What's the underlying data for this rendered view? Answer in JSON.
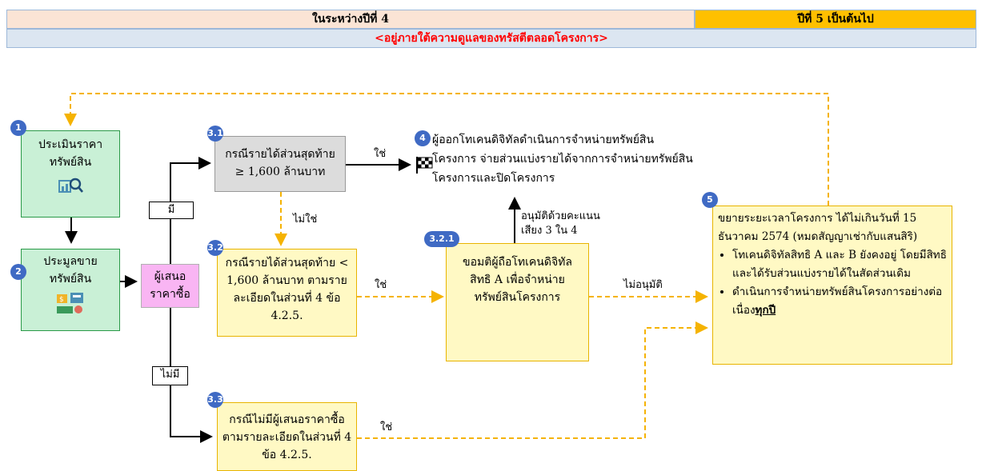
{
  "header": {
    "during_year4": "ในระหว่างปีที่ 4",
    "year5_onwards": "ปีที่ 5 เป็นต้นไป",
    "trustee_note": "<อยู่ภายใต้ความดูแลของทรัสตีตลอดโครงการ>"
  },
  "nodes": {
    "n1": {
      "num": "1",
      "text": "ประเมินราคาทรัพย์สิน"
    },
    "n2": {
      "num": "2",
      "text": "ประมูลขายทรัพย์สิน"
    },
    "bidder": {
      "text": "ผู้เสนอราคาซื้อ"
    },
    "n31": {
      "num": "3.1",
      "text": "กรณีรายได้ส่วนสุดท้าย ≥ 1,600 ล้านบาท"
    },
    "n32": {
      "num": "3.2",
      "text": "กรณีรายได้ส่วนสุดท้าย < 1,600 ล้านบาท ตามรายละเอียดในส่วนที่ 4 ข้อ 4.2.5."
    },
    "n321": {
      "num": "3.2.1",
      "text": "ขอมติผู้ถือโทเคนดิจิทัลสิทธิ A เพื่อจำหน่ายทรัพย์สินโครงการ"
    },
    "n33": {
      "num": "3.3",
      "text": "กรณีไม่มีผู้เสนอราคาซื้อ ตามรายละเอียดในส่วนที่ 4 ข้อ 4.2.5."
    },
    "n4": {
      "num": "4",
      "text": "ผู้ออกโทเคนดิจิทัลดำเนินการจำหน่ายทรัพย์สินโครงการ จ่ายส่วนแบ่งรายได้จากการจำหน่ายทรัพย์สินโครงการและปิดโครงการ"
    },
    "n5": {
      "num": "5",
      "intro": "ขยายระยะเวลาโครงการ ได้ไม่เกินวันที่ 15 ธันวาคม 2574 (หมดสัญญาเช่ากับแสนสิริ)",
      "bullet1": "โทเคนดิจิทัลสิทธิ A และ B ยังคงอยู่ โดยมีสิทธิและได้รับส่วนแบ่งรายได้ในสัดส่วนเดิม",
      "bullet2_pre": "ดำเนินการจำหน่ายทรัพย์สินโครงการอย่างต่อเนื่อง",
      "bullet2_emph": "ทุกปี"
    }
  },
  "labels": {
    "has": "มี",
    "has_not": "ไม่มี",
    "yes_31": "ใช่",
    "no_31": "ไม่ใช่",
    "yes_32": "ใช่",
    "approve": "อนุมัติด้วยคะแนนเสียง 3 ใน 4",
    "disapprove": "ไม่อนุมัติ",
    "yes_33": "ใช่"
  },
  "colors": {
    "header_left": "#fbe4d5",
    "header_right": "#ffc000",
    "note_bg": "#dce6f1",
    "note_text": "#ff0000",
    "dashed_arrow": "#f5b301",
    "badge": "#3f6ac4"
  },
  "icons": [
    "magnifier-chart-icon",
    "auction-icon",
    "checkered-flag-icon"
  ]
}
